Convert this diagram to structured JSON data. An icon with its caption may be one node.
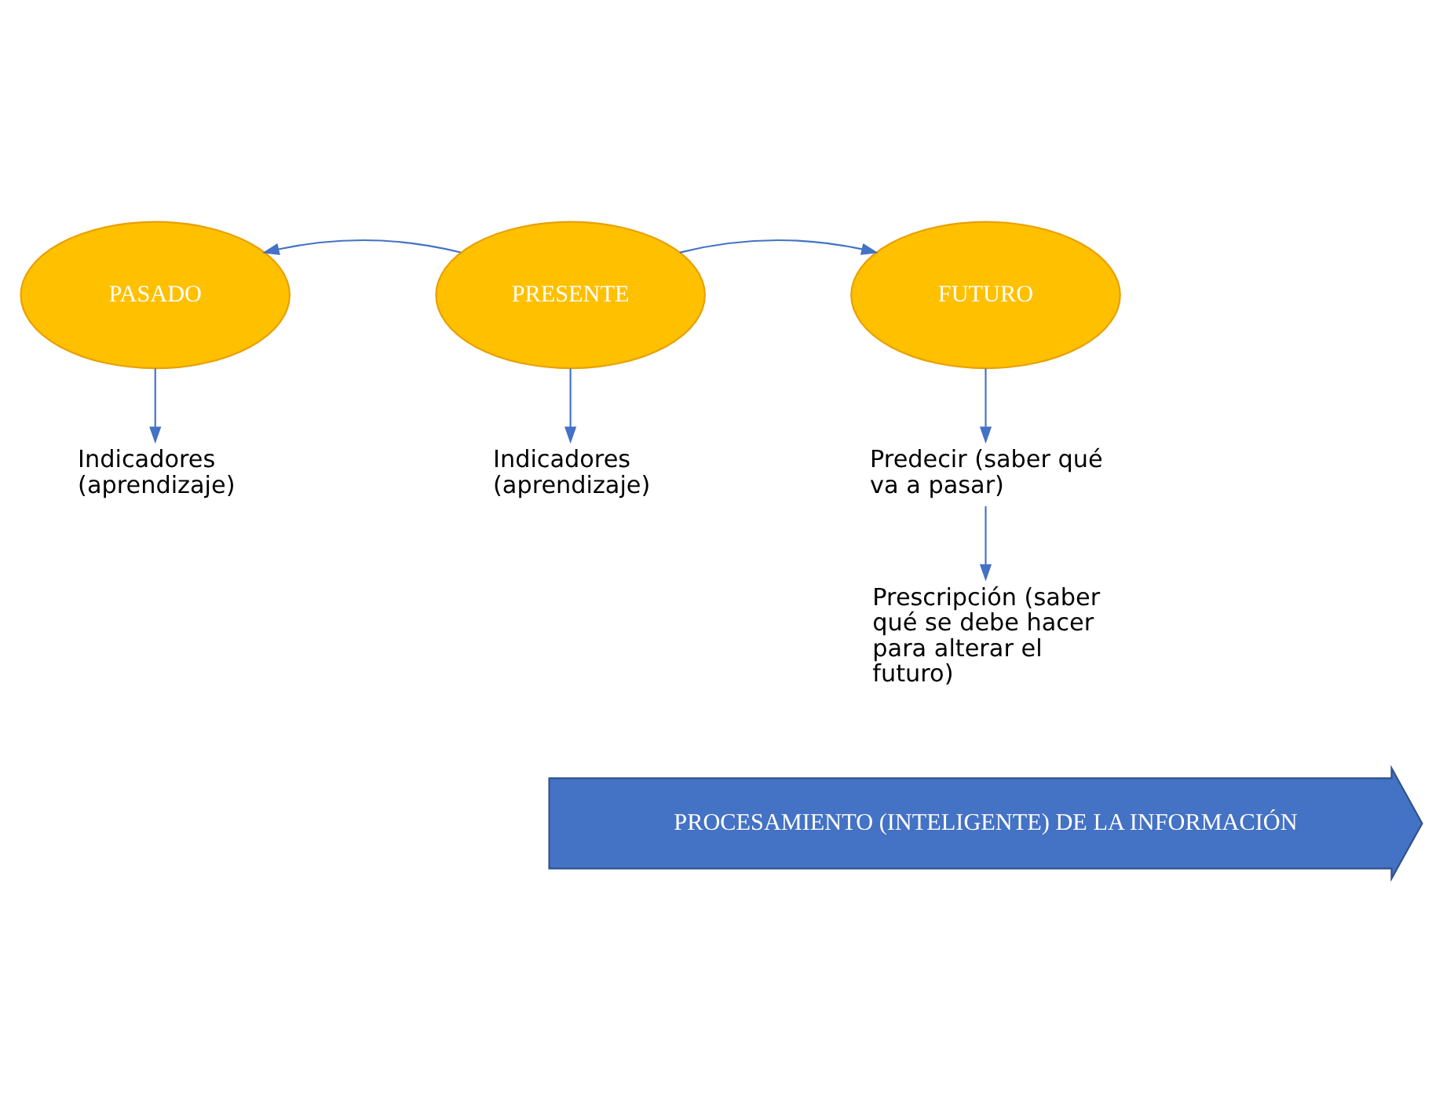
{
  "diagram": {
    "nodes": [
      {
        "text": [
          "PASADO"
        ]
      },
      {
        "text": [
          "PRESENTE"
        ]
      },
      {
        "text": [
          "FUTURO"
        ]
      },
      {
        "text": [
          "Indicadores (aprendizaje)"
        ]
      },
      {
        "text": [
          "Indicadores (aprendizaje)"
        ]
      },
      {
        "text": [
          "Predecir (saber qué va a pasar)"
        ]
      },
      {
        "text": [
          "Prescripción (saber qué se debe hacer para alterar el futuro)"
        ]
      },
      {
        "text": [
          "PROCESAMIENTO (INTELIGENTE) DE LA INFORMACIÓN"
        ]
      }
    ],
    "edges": [
      {
        "from": 1,
        "to": 0,
        "arrow": "to"
      },
      {
        "from": 1,
        "to": 2,
        "arrow": "to"
      },
      {
        "from": 0,
        "to": 3,
        "arrow": "to"
      },
      {
        "from": 1,
        "to": 4,
        "arrow": "to"
      },
      {
        "from": 2,
        "to": 5,
        "arrow": "to"
      },
      {
        "from": 5,
        "to": 6,
        "arrow": "to"
      }
    ]
  }
}
